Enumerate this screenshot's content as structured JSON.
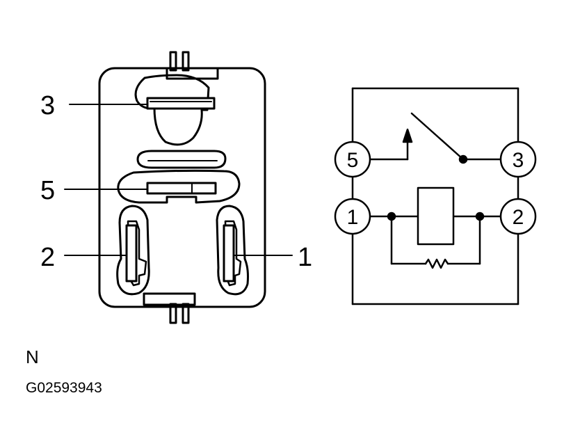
{
  "relay_body": {
    "callouts": {
      "pin3": "3",
      "pin5": "5",
      "pin2": "2",
      "pin1": "1"
    }
  },
  "schematic": {
    "terminals": {
      "t5": "5",
      "t3": "3",
      "t1": "1",
      "t2": "2"
    }
  },
  "caption": {
    "letter": "N",
    "code": "G02593943"
  }
}
